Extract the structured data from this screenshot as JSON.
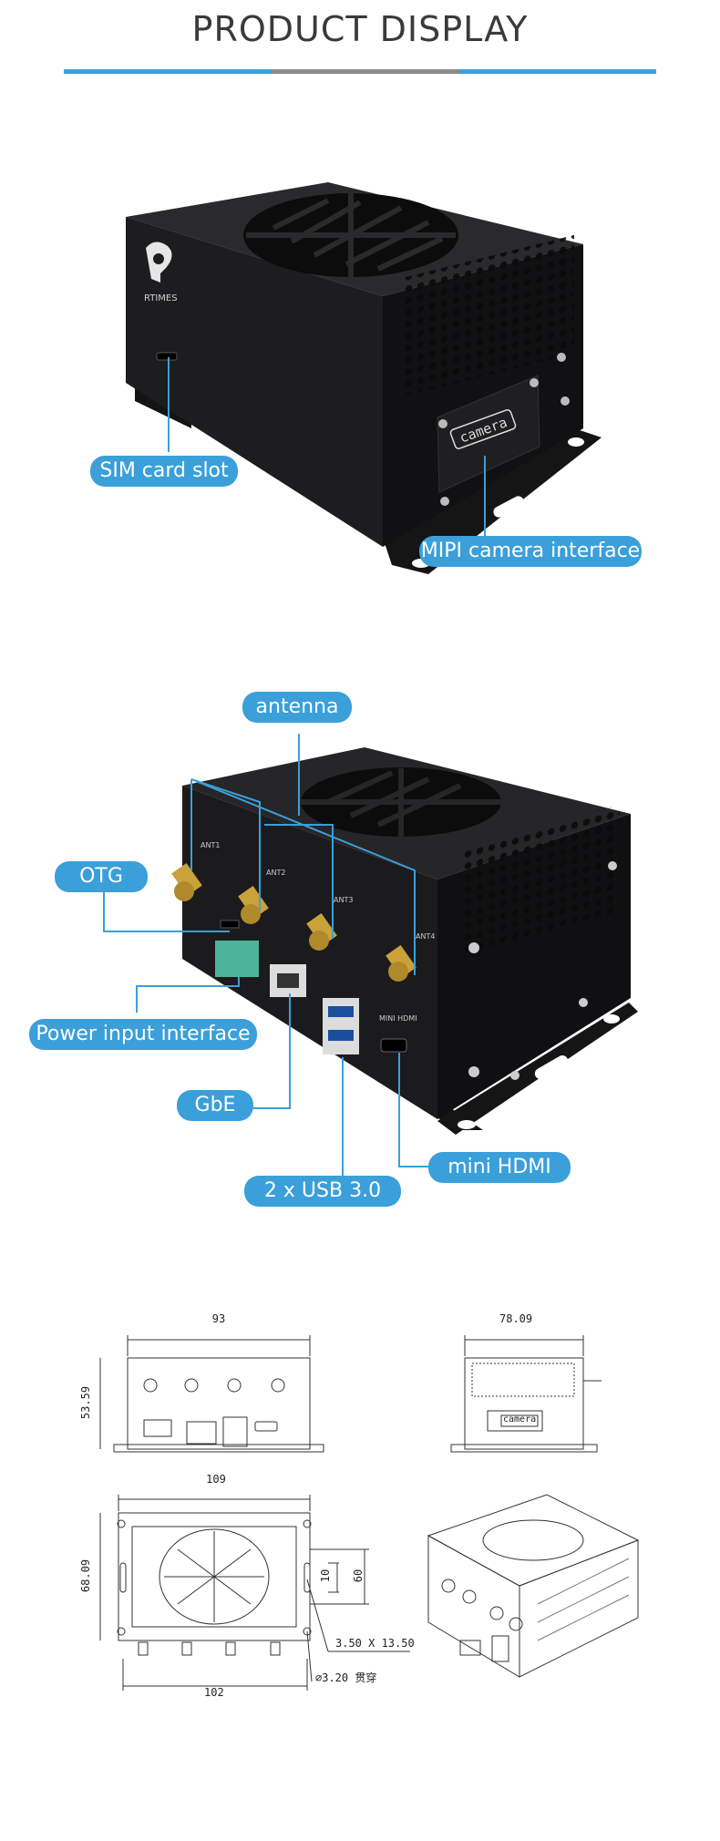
{
  "header": {
    "title": "PRODUCT DISPLAY"
  },
  "colors": {
    "accent": "#3b9fd9",
    "accent_mid": "#8b8b8b",
    "case": "#1c1c1e",
    "gold": "#c9a23a",
    "terminal": "#4db39a"
  },
  "view1": {
    "logo_text": "RTIMES",
    "camera_text": "camera",
    "callouts": {
      "sim_slot": "SIM card slot",
      "mipi": "MIPI camera interface"
    }
  },
  "view2": {
    "ports_text": {
      "ant1": "ANT1",
      "ant2": "ANT2",
      "ant3": "ANT3",
      "ant4": "ANT4",
      "mini_hdmi": "MINI HDMI"
    },
    "callouts": {
      "antenna": "antenna",
      "otg": "OTG",
      "power": "Power input interface",
      "gbe": "GbE",
      "usb": "2 x USB 3.0",
      "hdmi": "mini HDMI"
    }
  },
  "drawings": {
    "front_width": "93",
    "front_height": "53.59",
    "side_width": "78.09",
    "side_label": "camera",
    "bottom_width": "109",
    "bottom_height": "68.09",
    "bottom_inner": "102",
    "slot_w": "10",
    "slot_h": "60",
    "slot_size": "3.50 X 13.50",
    "hole": "∅3.20 贯穿"
  }
}
